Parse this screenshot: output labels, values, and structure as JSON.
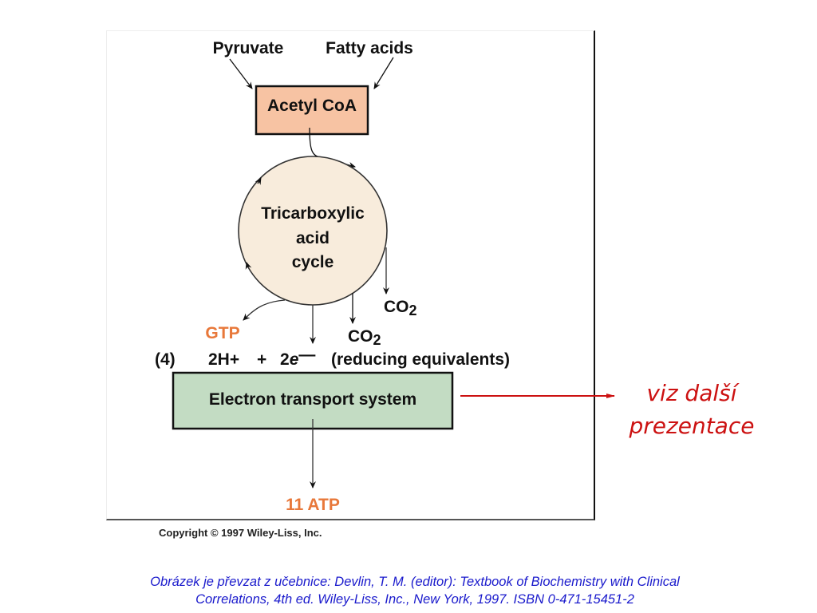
{
  "diagram": {
    "inputs": [
      "Pyruvate",
      "Fatty acids"
    ],
    "acetyl_coa": {
      "label": "Acetyl CoA",
      "fill": "#f7c3a3"
    },
    "tca_cycle": {
      "lines": [
        "Tricarboxylic",
        "acid",
        "cycle"
      ],
      "fill": "#f8ecdc"
    },
    "products": {
      "co2_right": {
        "main": "CO",
        "sub": "2"
      },
      "co2_bottom": {
        "main": "CO",
        "sub": "2"
      },
      "gtp": "GTP"
    },
    "reducing_row": {
      "count": "(4)",
      "protons": "2H+",
      "plus": "+",
      "electrons_coef": "2",
      "electrons_symbol": "e",
      "electrons_charge": "—",
      "description": "(reducing equivalents)"
    },
    "electron_transport": {
      "label": "Electron transport system",
      "fill": "#c3dcc3"
    },
    "atp_output": "11 ATP",
    "see_next": [
      "viz další",
      "prezentace"
    ],
    "colors": {
      "orange": "#e8783a",
      "red": "#cc1111",
      "citation_blue": "#1a1acc"
    }
  },
  "copyright": "Copyright © 1997 Wiley-Liss, Inc.",
  "citation": {
    "line1": "Obrázek je převzat z učebnice: Devlin, T. M. (editor): Textbook of Biochemistry with Clinical",
    "line2": "Correlations, 4th ed. Wiley-Liss, Inc., New York, 1997. ISBN 0-471-15451-2"
  }
}
